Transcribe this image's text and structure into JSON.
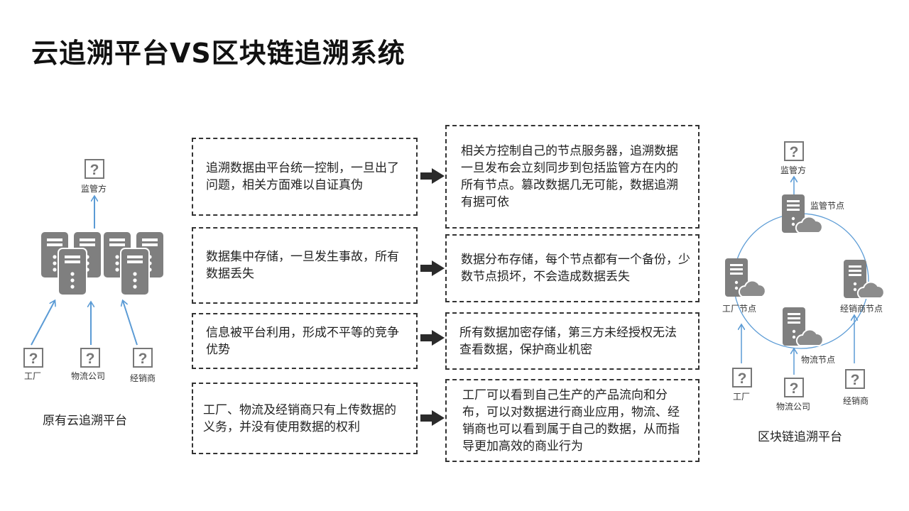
{
  "title": "云追溯平台VS区块链追溯系统",
  "left_diagram": {
    "caption": "原有云追溯平台",
    "regulator": "监管方",
    "factory": "工厂",
    "logistics": "物流公司",
    "distributor": "经销商"
  },
  "right_diagram": {
    "caption": "区块链追溯平台",
    "regulator": "监管方",
    "regulator_node": "监管节点",
    "factory_node": "工厂节点",
    "distributor_node": "经销商节点",
    "logistics_node": "物流节点",
    "factory": "工厂",
    "logistics": "物流公司",
    "distributor": "经销商"
  },
  "comparison": [
    {
      "cloud": "追溯数据由平台统一控制，一旦出了问题，相关方面难以自证真伪",
      "blockchain": "相关方控制自己的节点服务器，追溯数据一旦发布会立刻同步到包括监管方在内的所有节点。篡改数据几无可能，数据追溯有据可依"
    },
    {
      "cloud": "数据集中存储，一旦发生事故，所有数据丢失",
      "blockchain": "数据分布存储，每个节点都有一个备份，少数节点损坏，不会造成数据丢失"
    },
    {
      "cloud": "信息被平台利用，形成不平等的竞争优势",
      "blockchain": "所有数据加密存储，第三方未经授权无法查看数据，保护商业机密"
    },
    {
      "cloud": "工厂、物流及经销商只有上传数据的义务，并没有使用数据的权利",
      "blockchain": "工厂可以看到自己生产的产品流向和分布，可以对数据进行商业应用，物流、经销商也可以看到属于自己的数据，从而指导更加高效的商业行为"
    }
  ],
  "colors": {
    "arrow_blue": "#5b9bd5",
    "server_gray": "#7f7f7f",
    "cloud_gray": "#8c8c8c"
  }
}
